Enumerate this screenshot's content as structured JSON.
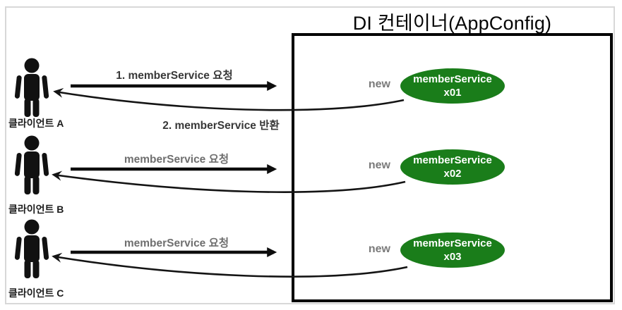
{
  "title": "DI 컨테이너(AppConfig)",
  "colors": {
    "instance_green": "#1a7d1a",
    "container_border": "#000000",
    "frame_border": "#d8d8d8",
    "muted_label_gray": "#6f6f6f",
    "dark_label": "#383838"
  },
  "clients": [
    {
      "label": "클라이언트 A"
    },
    {
      "label": "클라이언트 B"
    },
    {
      "label": "클라이언트 C"
    }
  ],
  "interactions": [
    {
      "request": "1. memberService 요청",
      "return": "2. memberService 반환"
    },
    {
      "request": "memberService 요청"
    },
    {
      "request": "memberService 요청"
    }
  ],
  "instances": [
    {
      "new_label": "new",
      "name": "memberService",
      "id": "x01"
    },
    {
      "new_label": "new",
      "name": "memberService",
      "id": "x02"
    },
    {
      "new_label": "new",
      "name": "memberService",
      "id": "x03"
    }
  ]
}
